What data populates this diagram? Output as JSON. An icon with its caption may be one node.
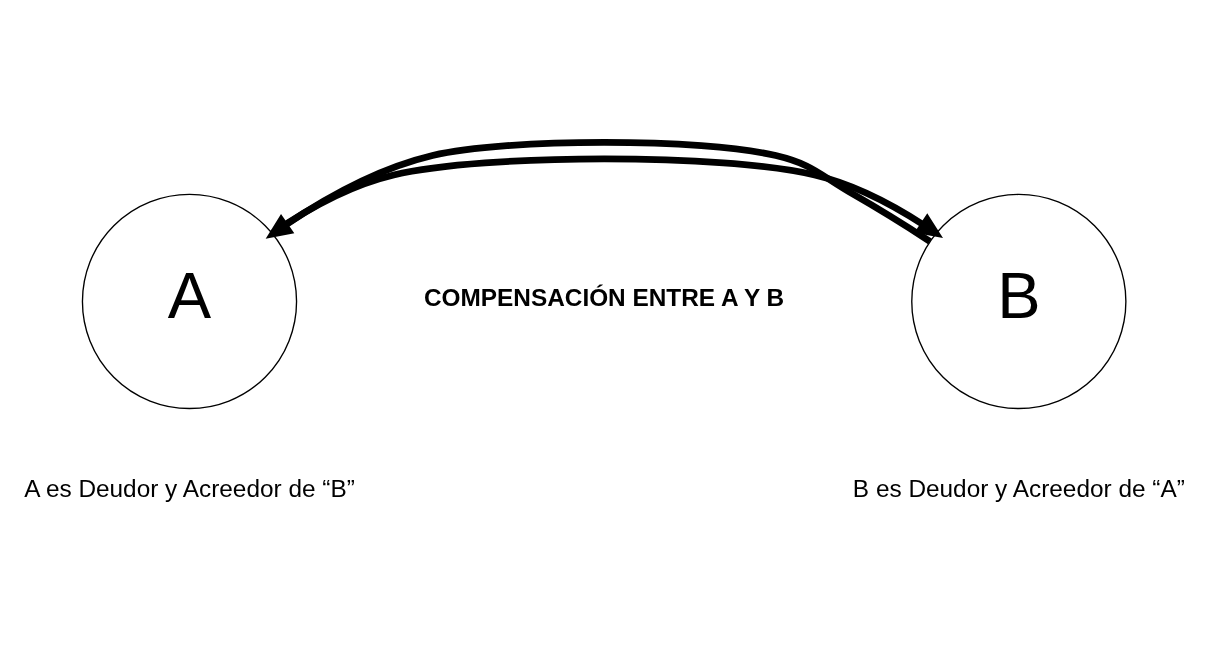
{
  "diagram": {
    "nodes": [
      {
        "text": [
          "A"
        ]
      },
      {
        "text": [
          "B"
        ]
      }
    ],
    "edges": [
      {
        "from": 0,
        "to": 1,
        "arrow": "to"
      },
      {
        "from": 1,
        "to": 0,
        "arrow": "to"
      }
    ],
    "labels": [
      "COMPENSACIÓN ENTRE A Y B",
      "A es Deudor y Acreedor de “B”",
      "B es Deudor y Acreedor de “A”"
    ]
  }
}
